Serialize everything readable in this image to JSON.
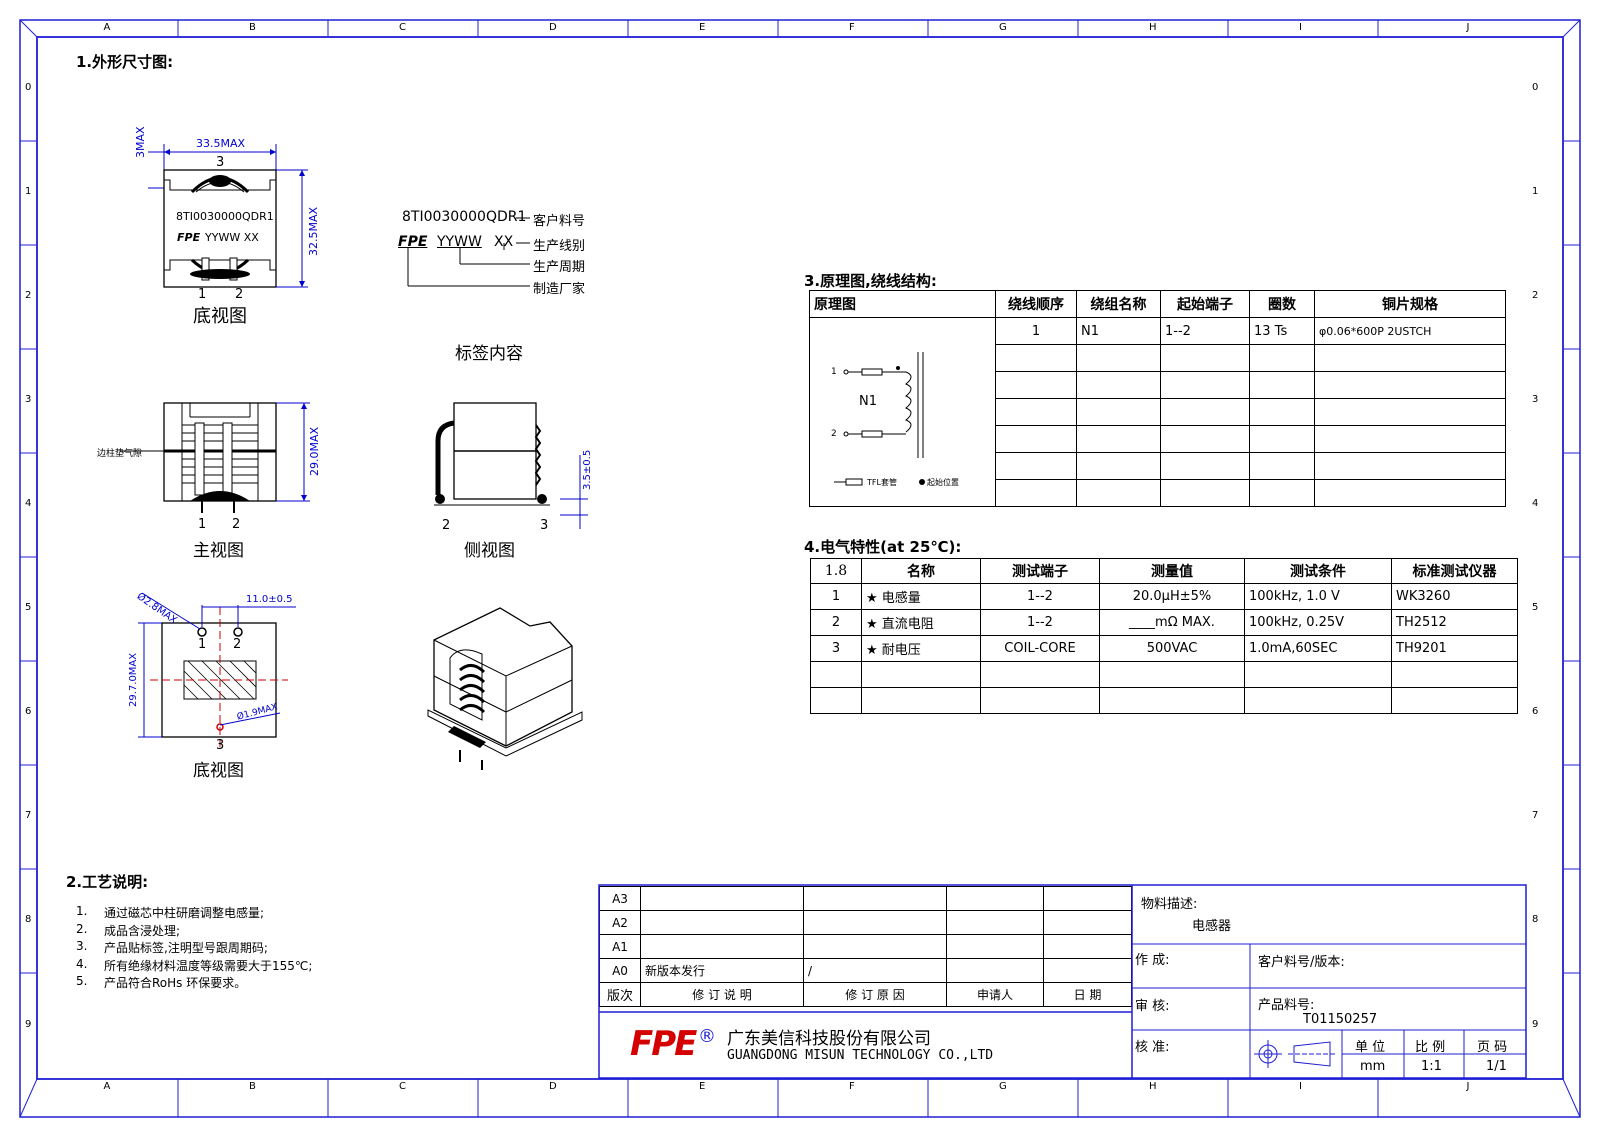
{
  "frame": {
    "columns": [
      "A",
      "B",
      "C",
      "D",
      "E",
      "F",
      "G",
      "H",
      "I",
      "J"
    ],
    "rows": [
      "0",
      "1",
      "2",
      "3",
      "4",
      "5",
      "6",
      "7",
      "8",
      "9"
    ],
    "colors": {
      "frame": "#1f1fd6",
      "line": "#000000",
      "dim": "#0000cc",
      "center": "#cc0000"
    }
  },
  "sec1": {
    "title": "1.外形尺寸图:",
    "bottom_view_label": "底视图",
    "dim_width": "33.5MAX",
    "dim_height": "32.5MAX",
    "dim_top": "3MAX",
    "pin3": "3",
    "pin1": "1",
    "pin2": "2",
    "marking_line1": "8TI0030000QDR1",
    "marking_brand": "FPE",
    "marking_code": "YYWW  XX",
    "label_title": "标签内容",
    "label_line1": "8TI0030000QDR1",
    "label_brand": "FPE",
    "label_yyww": "YYWW",
    "label_xx": "XX",
    "label_customer": "客户料号",
    "label_line": "生产线别",
    "label_period": "生产周期",
    "label_maker": "制造厂家",
    "front_view_label": "主视图",
    "front_dim_h": "29.0MAX",
    "front_side_note": "边柱垫气隙",
    "side_view_label": "侧视图",
    "side_dim": "3.5±0.5",
    "side_pin_left": "2",
    "side_pin_right": "3",
    "bottom2_label": "底视图",
    "dim_pin_dia": "Ø2.8MAX",
    "dim_pitch": "11.0±0.5",
    "dim_height2": "29.7.0MAX",
    "dim_small_dia": "Ø1.9MAX"
  },
  "sec2": {
    "title": "2.工艺说明:",
    "items": [
      {
        "num": "1.",
        "text": "通过磁芯中柱研磨调整电感量;"
      },
      {
        "num": "2.",
        "text": "成品含浸处理;"
      },
      {
        "num": "3.",
        "text": "产品贴标签,注明型号跟周期码;"
      },
      {
        "num": "4.",
        "text": "所有绝缘材料温度等级需要大于155℃;"
      },
      {
        "num": "5.",
        "text": "产品符合RoHs 环保要求。"
      }
    ]
  },
  "sec3": {
    "title": "3.原理图,绕线结构:",
    "headers": [
      "原理图",
      "绕线顺序",
      "绕组名称",
      "起始端子",
      "圈数",
      "铜片规格"
    ],
    "rows": [
      [
        "1",
        "N1",
        "1--2",
        "13 Ts",
        "φ0.06*600P 2USTCH"
      ],
      [
        "",
        "",
        "",
        "",
        ""
      ],
      [
        "",
        "",
        "",
        "",
        ""
      ],
      [
        "",
        "",
        "",
        "",
        ""
      ],
      [
        "",
        "",
        "",
        "",
        ""
      ],
      [
        "",
        "",
        "",
        "",
        ""
      ],
      [
        "",
        "",
        "",
        "",
        ""
      ]
    ],
    "schematic": {
      "winding": "N1",
      "pin1": "1",
      "pin2": "2",
      "legend_tfl": "TFL套管",
      "legend_start": "起始位置"
    }
  },
  "sec4": {
    "title": "4.电气特性(at 25℃):",
    "headers": [
      "1.8",
      "名称",
      "测试端子",
      "测量值",
      "测试条件",
      "标准测试仪器"
    ],
    "rows": [
      [
        "1",
        "★ 电感量",
        "1--2",
        "20.0μH±5%",
        "100kHz, 1.0 V",
        "WK3260"
      ],
      [
        "2",
        "★ 直流电阻",
        "1--2",
        "____mΩ MAX.",
        "100kHz, 0.25V",
        "TH2512"
      ],
      [
        "3",
        "★ 耐电压",
        "COIL-CORE",
        "500VAC",
        "1.0mA,60SEC",
        "TH9201"
      ],
      [
        "",
        "",
        "",
        "",
        "",
        ""
      ],
      [
        "",
        "",
        "",
        "",
        "",
        ""
      ]
    ]
  },
  "title_block": {
    "revisions": [
      {
        "code": "A3",
        "desc": "",
        "reason": "",
        "applicant": "",
        "date": ""
      },
      {
        "code": "A2",
        "desc": "",
        "reason": "",
        "applicant": "",
        "date": ""
      },
      {
        "code": "A1",
        "desc": "",
        "reason": "",
        "applicant": "",
        "date": ""
      },
      {
        "code": "A0",
        "desc": "新版本发行",
        "reason": "/",
        "applicant": "",
        "date": ""
      }
    ],
    "rev_headers": [
      "版次",
      "修 订 说 明",
      "修 订 原 因",
      "申请人",
      "日  期"
    ],
    "company_logo": "FPE",
    "company_cn": "广东美信科技股份有限公司",
    "company_en": "GUANGDONG MISUN TECHNOLOGY CO.,LTD",
    "material_desc_label": "物料描述:",
    "material_desc_value": "电感器",
    "made_by": "作 成:",
    "customer_pn": "客户料号/版本:",
    "reviewed": "审 核:",
    "product_pn_label": "产品料号:",
    "product_pn": "T01150257",
    "approved": "核 准:",
    "unit_label": "单 位",
    "unit_value": "mm",
    "scale_label": "比 例",
    "scale_value": "1:1",
    "page_label": "页 码",
    "page_value": "1/1"
  }
}
